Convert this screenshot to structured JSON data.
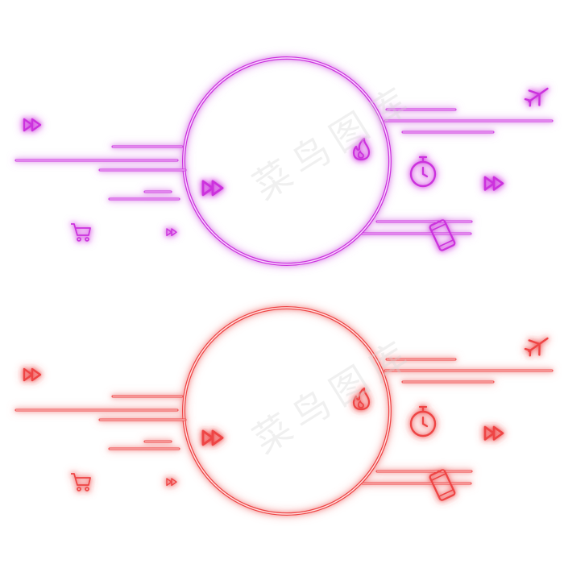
{
  "watermark": {
    "text": "菜鸟图库"
  },
  "panels": [
    {
      "name": "purple",
      "color": "#cc33dd",
      "glow": "#ee88ff",
      "core": "#f8d8ff"
    },
    {
      "name": "red",
      "color": "#ee4444",
      "glow": "#ff9b9b",
      "core": "#ffe2e2"
    }
  ],
  "icons": [
    "fast-forward-icon",
    "airplane-icon",
    "flame-icon",
    "stopwatch-icon",
    "shopping-cart-icon",
    "smartphone-icon"
  ]
}
